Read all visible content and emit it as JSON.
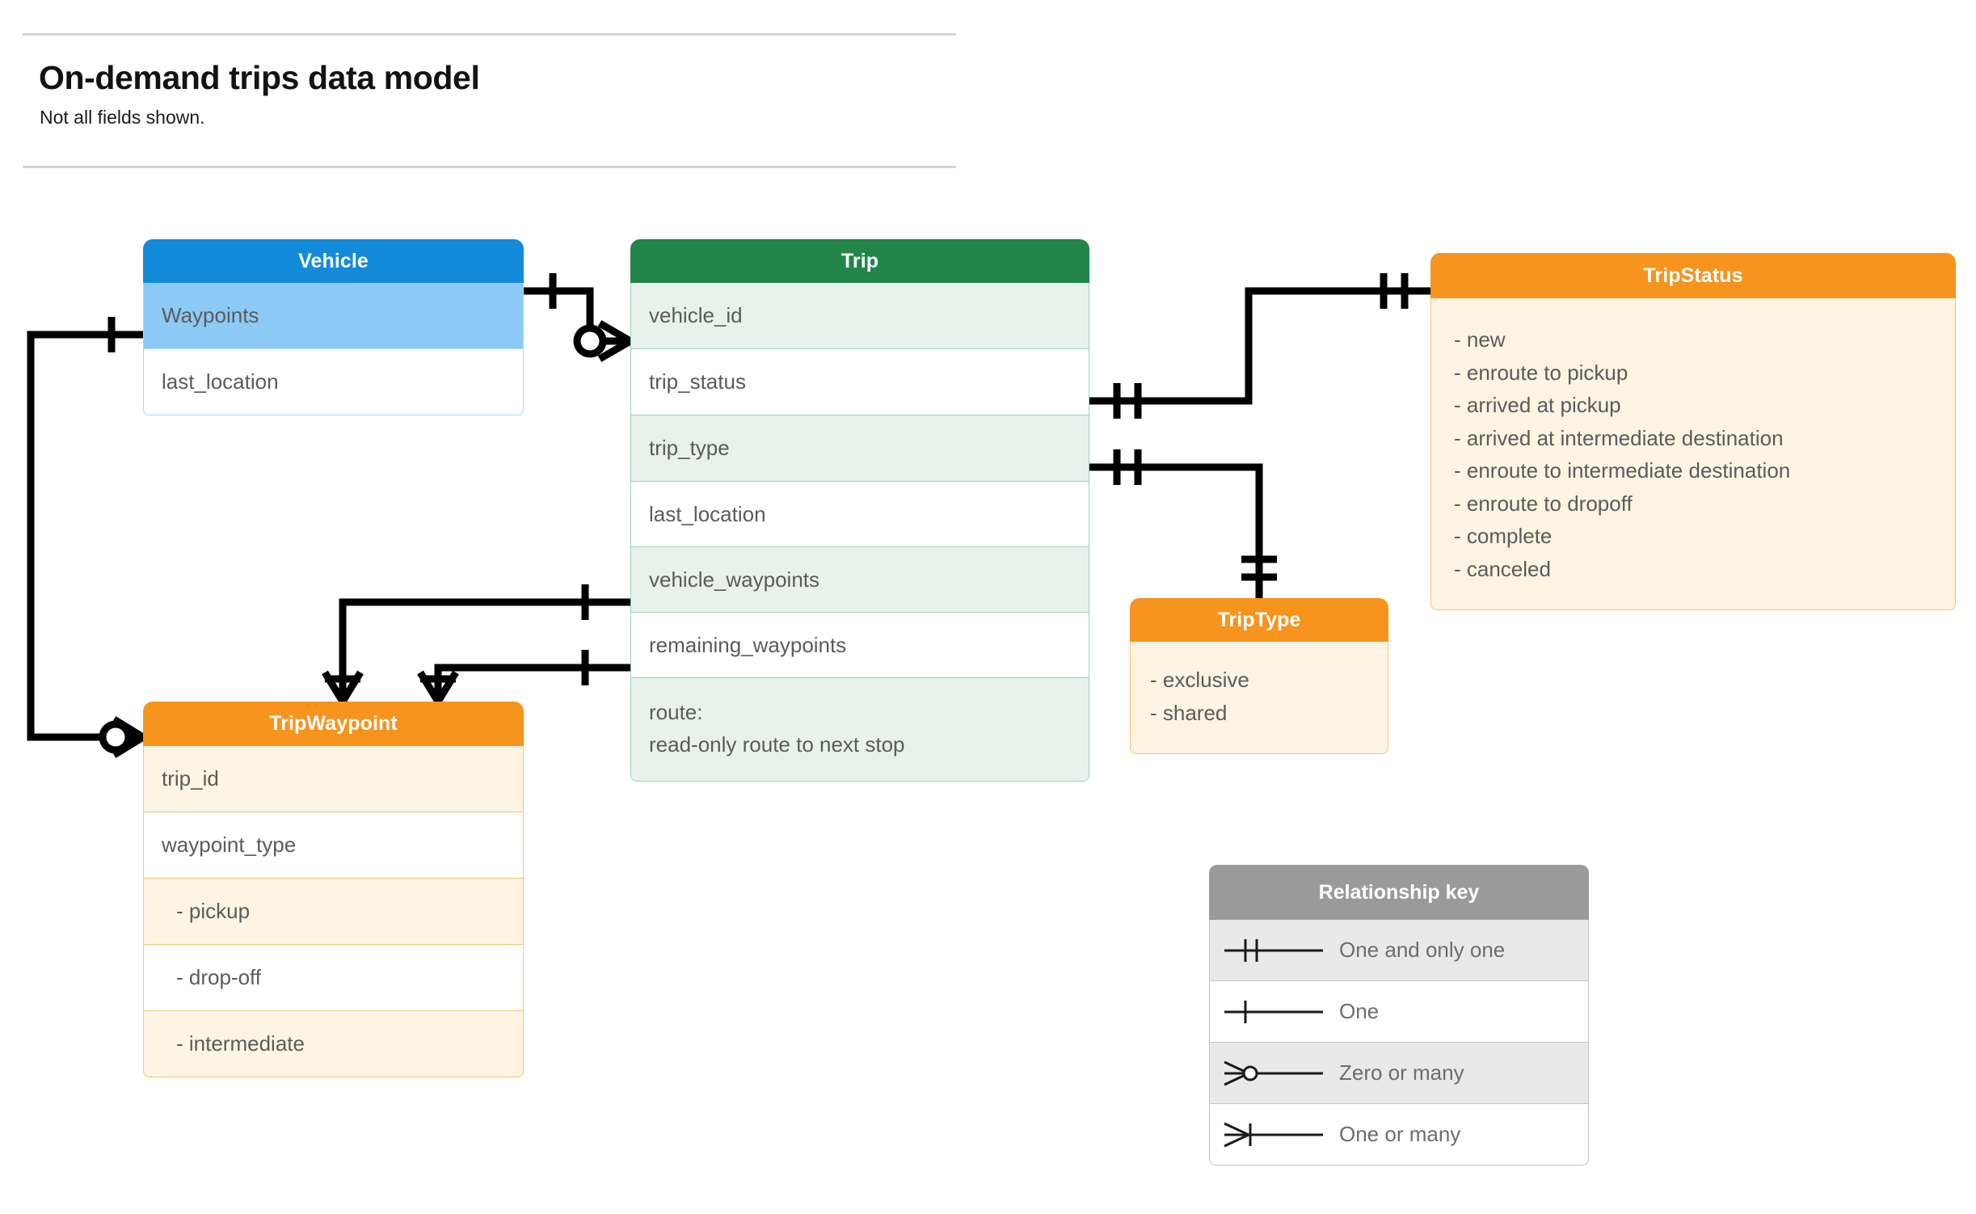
{
  "header": {
    "title": "On-demand trips data model",
    "subtitle": "Not all fields shown."
  },
  "entities": {
    "vehicle": {
      "name": "Vehicle",
      "header_color": "#138ada",
      "fields": [
        {
          "label": "Waypoints"
        },
        {
          "label": "last_location"
        }
      ]
    },
    "trip": {
      "name": "Trip",
      "header_color": "#22854a",
      "fields": [
        {
          "label": "vehicle_id"
        },
        {
          "label": "trip_status"
        },
        {
          "label": "trip_type"
        },
        {
          "label": "last_location"
        },
        {
          "label": "vehicle_waypoints"
        },
        {
          "label": "remaining_waypoints"
        },
        {
          "label": "route:",
          "label2": "read-only route to next stop"
        }
      ]
    },
    "trip_status": {
      "name": "TripStatus",
      "header_color": "#f6941d",
      "values": [
        "- new",
        "- enroute to pickup",
        "- arrived at pickup",
        "- arrived at intermediate destination",
        "- enroute to intermediate destination",
        "- enroute to dropoff",
        "- complete",
        "- canceled"
      ]
    },
    "trip_type": {
      "name": "TripType",
      "header_color": "#f6941d",
      "values": [
        "- exclusive",
        "- shared"
      ]
    },
    "trip_waypoint": {
      "name": "TripWaypoint",
      "header_color": "#f6941d",
      "fields": [
        {
          "label": "trip_id"
        },
        {
          "label": "waypoint_type"
        },
        {
          "label": "-  pickup"
        },
        {
          "label": "-  drop-off"
        },
        {
          "label": "-  intermediate"
        }
      ]
    }
  },
  "legend": {
    "title": "Relationship key",
    "rows": [
      {
        "symbol": "one-and-only-one",
        "label": "One and only one"
      },
      {
        "symbol": "one",
        "label": "One"
      },
      {
        "symbol": "zero-or-many",
        "label": "Zero or many"
      },
      {
        "symbol": "one-or-many",
        "label": "One or many"
      }
    ]
  },
  "relationships": [
    {
      "from": "Vehicle",
      "from_cardinality": "one",
      "to": "Trip.vehicle_id",
      "to_cardinality": "zero-or-many"
    },
    {
      "from": "Vehicle.Waypoints",
      "from_cardinality": "one",
      "to": "TripWaypoint",
      "to_cardinality": "zero-or-many"
    },
    {
      "from": "Trip.trip_status",
      "from_cardinality": "one-and-only-one",
      "to": "TripStatus",
      "to_cardinality": "one-and-only-one"
    },
    {
      "from": "Trip.trip_type",
      "from_cardinality": "one-and-only-one",
      "to": "TripType",
      "to_cardinality": "one-and-only-one"
    },
    {
      "from": "Trip.vehicle_waypoints",
      "from_cardinality": "one",
      "to": "TripWaypoint",
      "to_cardinality": "one-or-many"
    },
    {
      "from": "Trip.remaining_waypoints",
      "from_cardinality": "one",
      "to": "TripWaypoint",
      "to_cardinality": "one-or-many"
    }
  ]
}
